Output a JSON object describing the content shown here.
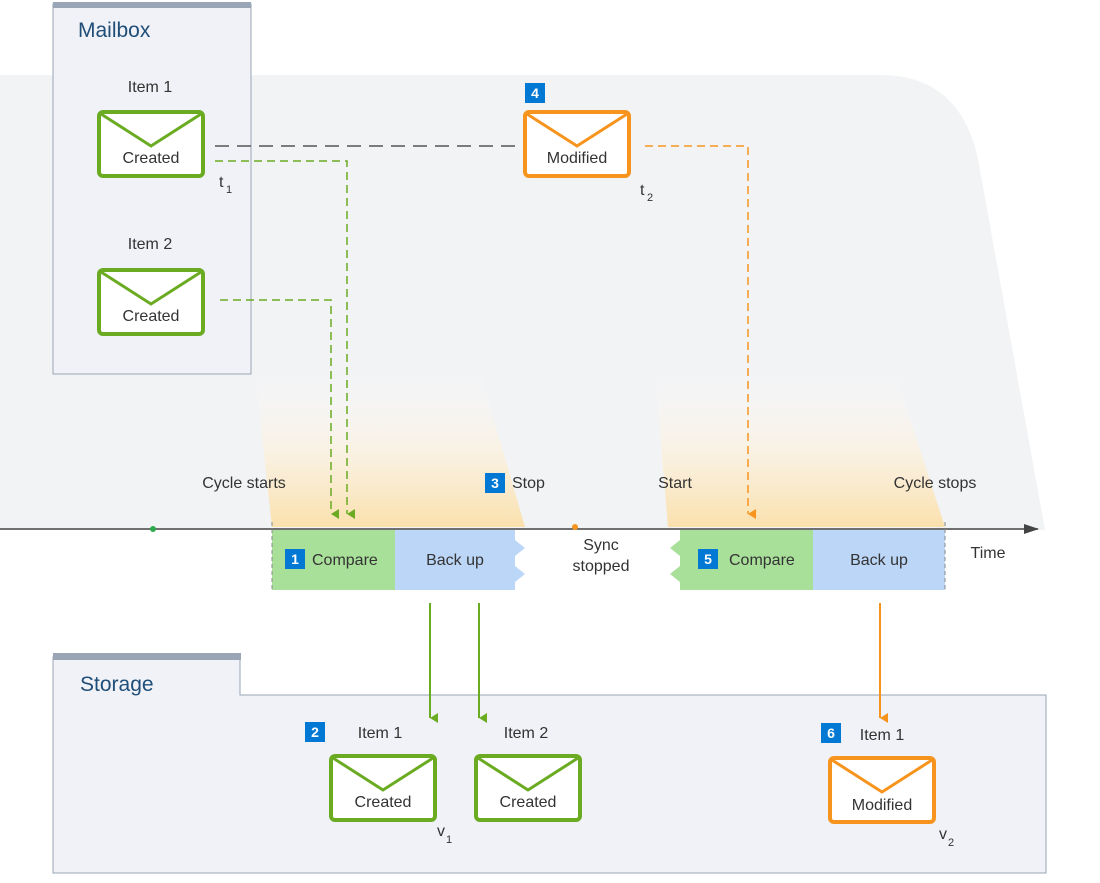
{
  "mailbox": {
    "title": "Mailbox",
    "item1": {
      "label": "Item 1",
      "state": "Created",
      "time": "t",
      "time_sub": "1"
    },
    "item2": {
      "label": "Item 2",
      "state": "Created"
    },
    "item1_modified": {
      "step": "4",
      "state": "Modified",
      "time": "t",
      "time_sub": "2"
    }
  },
  "timeline": {
    "cycle_starts": "Cycle starts",
    "stop_step": "3",
    "stop": "Stop",
    "start": "Start",
    "cycle_stops": "Cycle stops",
    "time": "Time",
    "sync_stopped_line1": "Sync",
    "sync_stopped_line2": "stopped",
    "cycle1": {
      "step": "1",
      "compare": "Compare",
      "backup": "Back up"
    },
    "cycle2": {
      "step": "5",
      "compare": "Compare",
      "backup": "Back up"
    }
  },
  "storage": {
    "title": "Storage",
    "item1": {
      "step": "2",
      "label": "Item 1",
      "state": "Created",
      "version": "v",
      "version_sub": "1"
    },
    "item2": {
      "label": "Item 2",
      "state": "Created"
    },
    "item1_modified": {
      "step": "6",
      "label": "Item 1",
      "state": "Modified",
      "version": "v",
      "version_sub": "2"
    }
  },
  "colors": {
    "green": "#6aab22",
    "orange": "#f7941d",
    "badge": "#0078d4",
    "compare_fill": "#a8e09a",
    "backup_fill": "#bcd6f7",
    "panel_fill": "#f0f2f7",
    "panel_border": "#9aa5b5"
  }
}
